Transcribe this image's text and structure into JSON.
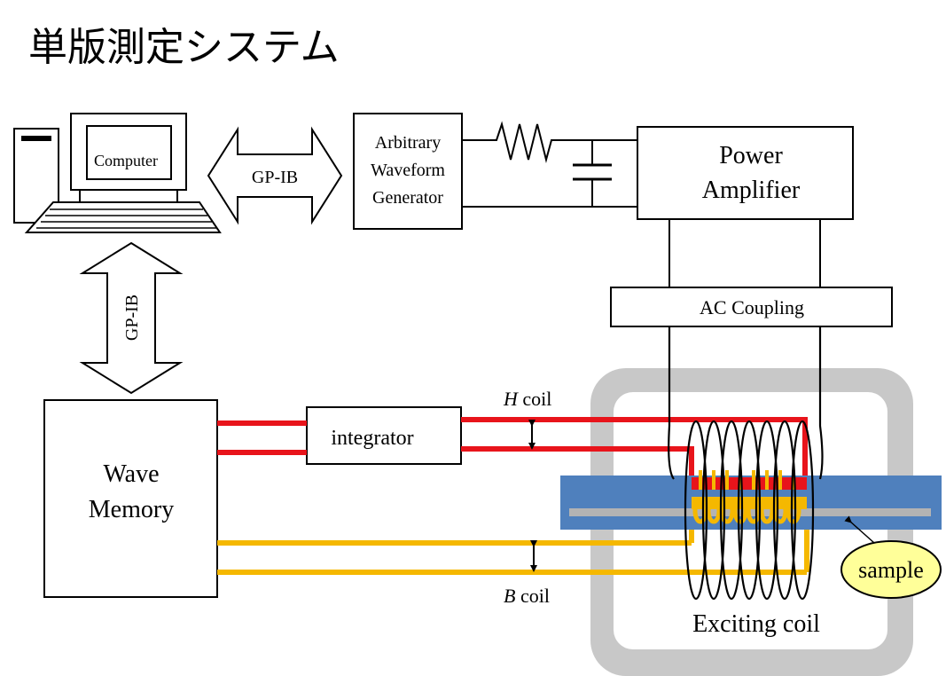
{
  "title": "単版測定システム",
  "labels": {
    "computer": "Computer",
    "gpib_horizontal": "GP-IB",
    "gpib_vertical": "GP-IB",
    "awg_line1": "Arbitrary",
    "awg_line2": "Waveform",
    "awg_line3": "Generator",
    "amp_line1": "Power",
    "amp_line2": "Amplifier",
    "ac_coupling": "AC Coupling",
    "integrator": "integrator",
    "wave_line1": "Wave",
    "wave_line2": "Memory",
    "h_coil_italic": "H",
    "h_coil_rest": " coil",
    "b_coil_italic": "B",
    "b_coil_rest": " coil",
    "exciting_coil": "Exciting coil",
    "sample": "sample"
  },
  "colors": {
    "h_coil_wire": "#e8141b",
    "b_coil_wire": "#f5b800",
    "sample_plate": "#4f80bd",
    "sample_strip": "#b3b3b3",
    "yoke": "#c8c8c8",
    "sample_callout": "#ffff99"
  },
  "icons": {
    "computer": "desktop-computer-icon",
    "resistor": "resistor-symbol",
    "capacitor": "capacitor-symbol"
  }
}
